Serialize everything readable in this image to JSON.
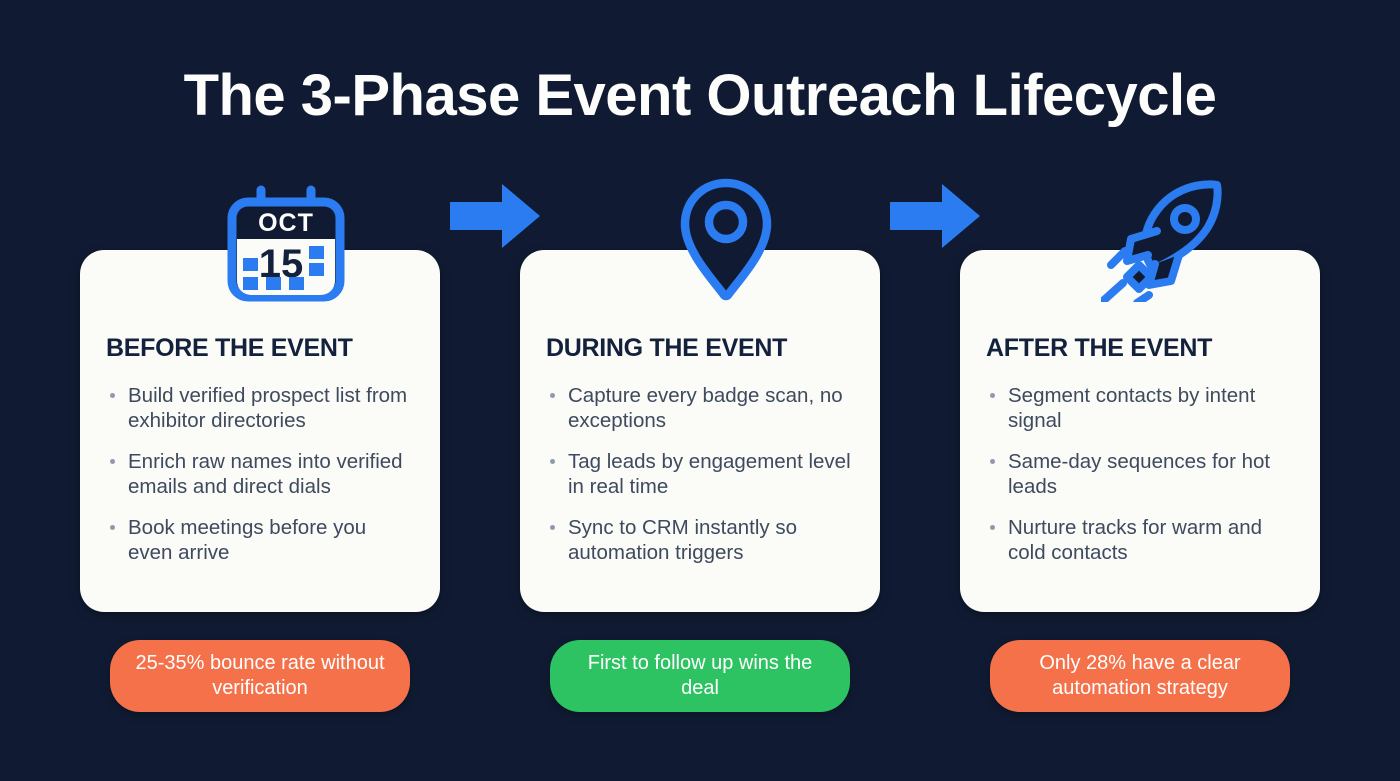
{
  "header": {
    "title": "The 3-Phase Event Outreach Lifecycle"
  },
  "theme": {
    "background": "#101b33",
    "card_background": "#fbfbf8",
    "accent_blue": "#2b7cf0",
    "heading_color": "#14213d",
    "body_color": "#3e4a5e",
    "bullet_color": "#8f9bac",
    "pill_orange": "#f4714a",
    "pill_green": "#2ec362",
    "title_color": "#fdfdfb"
  },
  "phases": [
    {
      "icon": "calendar-icon",
      "icon_month": "OCT",
      "icon_day": "15",
      "title": "BEFORE THE EVENT",
      "bullets": [
        "Build verified prospect list from exhibitor directories",
        "Enrich raw names into verified emails and direct dials",
        "Book meetings before you even arrive"
      ],
      "pill": {
        "text": "25-35% bounce rate without verification",
        "color": "#f4714a"
      }
    },
    {
      "icon": "location-pin-icon",
      "title": "DURING THE EVENT",
      "bullets": [
        "Capture every badge scan, no exceptions",
        "Tag leads by engagement level in real time",
        "Sync to CRM instantly so automation triggers"
      ],
      "pill": {
        "text": "First to follow up wins the deal",
        "color": "#2ec362"
      }
    },
    {
      "icon": "rocket-icon",
      "title": "AFTER THE EVENT",
      "bullets": [
        "Segment contacts by intent signal",
        "Same-day sequences for hot leads",
        "Nurture tracks for warm and cold contacts"
      ],
      "pill": {
        "text": "Only 28% have a clear automation strategy",
        "color": "#f4714a"
      }
    }
  ],
  "connectors": [
    {
      "name": "arrow-before-to-during",
      "direction": "right",
      "color": "#2b7cf0"
    },
    {
      "name": "arrow-during-to-after",
      "direction": "right",
      "color": "#2b7cf0"
    }
  ]
}
